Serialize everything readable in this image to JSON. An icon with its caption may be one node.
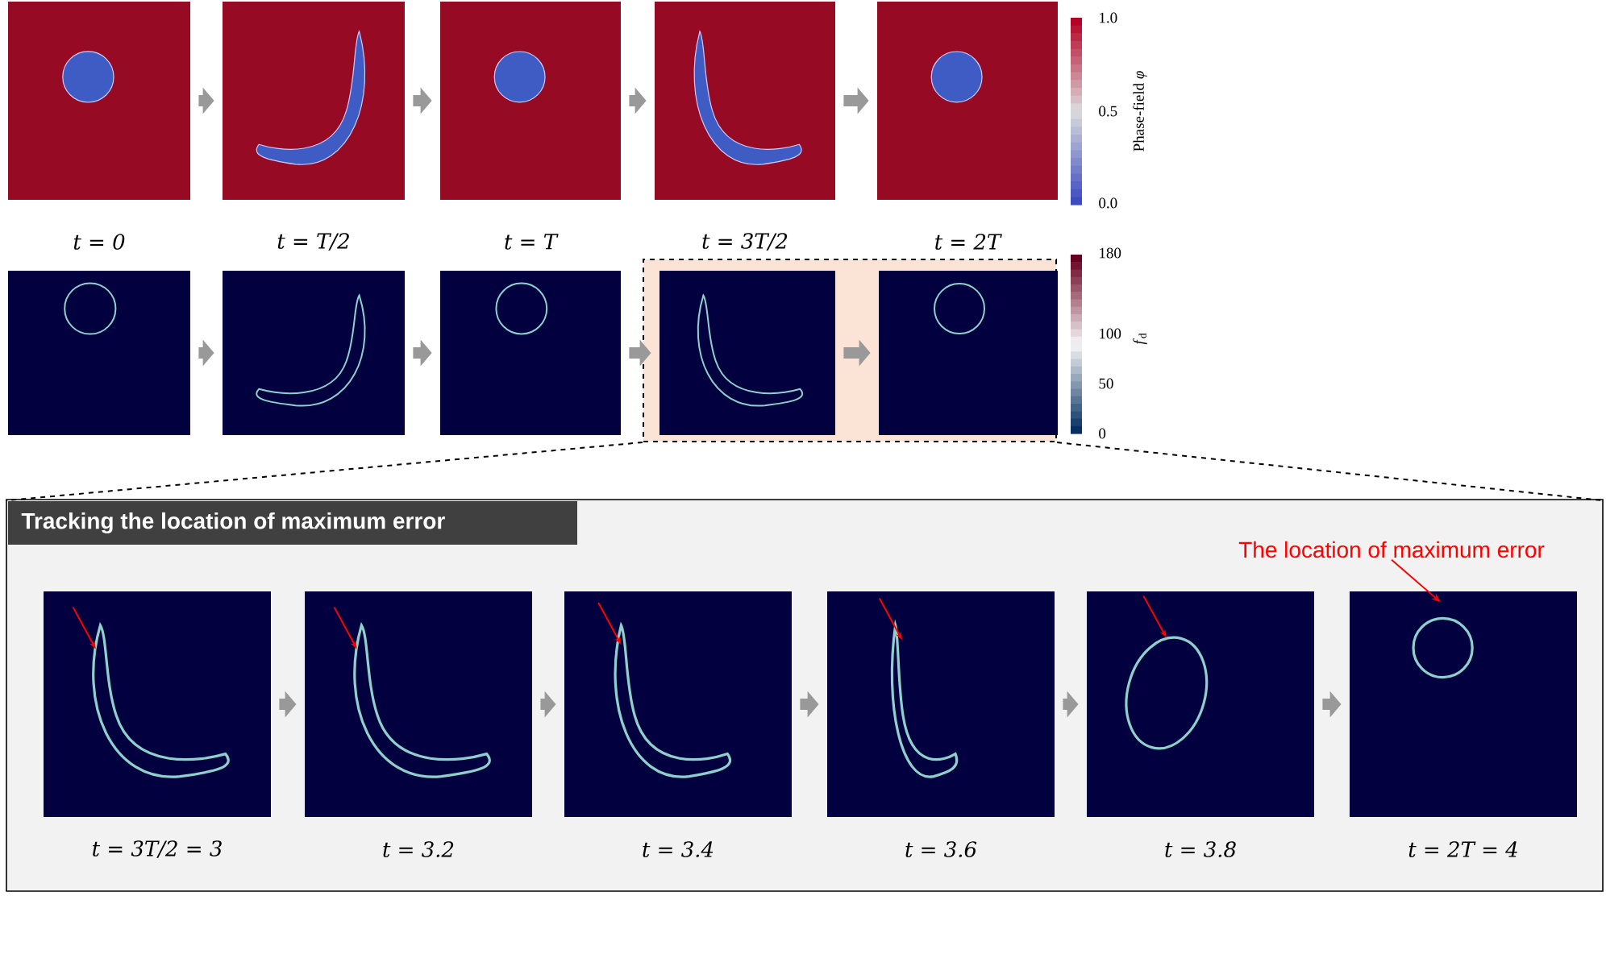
{
  "diagram": {
    "nodes": [
      {
        "text": [],
        "shape": "picture",
        "beside": [
          "t = 0"
        ]
      },
      {
        "text": [],
        "shape": "picture",
        "beside": [
          "t = T/2"
        ]
      },
      {
        "text": [],
        "shape": "picture",
        "beside": [
          "t = T"
        ]
      },
      {
        "text": [],
        "shape": "picture",
        "beside": [
          "t = 3T/2"
        ]
      },
      {
        "text": [],
        "shape": "picture",
        "beside": [
          "t = 2T"
        ]
      },
      {
        "text": [],
        "shape": "picture"
      },
      {
        "text": [],
        "shape": "picture"
      },
      {
        "text": [],
        "shape": "picture"
      },
      {
        "text": [],
        "shape": "box"
      },
      {
        "text": [],
        "shape": "picture",
        "in": 8
      },
      {
        "text": [],
        "shape": "picture",
        "in": 8
      },
      {
        "text": [
          "Tracking the location of maximum error"
        ]
      },
      {
        "text": [],
        "shape": "picture",
        "in": 11,
        "beside": [
          "t = 3T/2 = 3"
        ]
      },
      {
        "text": [],
        "shape": "picture",
        "in": 11,
        "beside": [
          "t = 3.2"
        ]
      },
      {
        "text": [],
        "shape": "picture",
        "in": 11,
        "beside": [
          "t = 3.4"
        ]
      },
      {
        "text": [],
        "shape": "picture",
        "in": 11,
        "beside": [
          "t = 3.6"
        ]
      },
      {
        "text": [],
        "shape": "picture",
        "in": 11,
        "beside": [
          "t = 3.8"
        ]
      },
      {
        "text": [],
        "shape": "picture",
        "in": 11,
        "beside": [
          "t = 2T = 4"
        ]
      },
      {
        "text": [
          "The location of maximum error"
        ],
        "in": 11
      }
    ],
    "edges": [
      {
        "from": 0,
        "to": 1,
        "arrow": "to"
      },
      {
        "from": 1,
        "to": 2,
        "arrow": "to"
      },
      {
        "from": 2,
        "to": 3,
        "arrow": "to"
      },
      {
        "from": 3,
        "to": 4,
        "arrow": "to"
      },
      {
        "from": 5,
        "to": 6,
        "arrow": "to"
      },
      {
        "from": 6,
        "to": 7,
        "arrow": "to"
      },
      {
        "from": 7,
        "to": 9,
        "arrow": "to"
      },
      {
        "from": 9,
        "to": 10,
        "arrow": "to"
      },
      {
        "from": 8,
        "to": 11,
        "arrow": "none",
        "style": "dashed",
        "color": "#000000"
      },
      {
        "from": 8,
        "to": 11,
        "arrow": "none",
        "style": "dashed",
        "color": "#000000"
      },
      {
        "from": 12,
        "to": 13,
        "arrow": "to"
      },
      {
        "from": 13,
        "to": 14,
        "arrow": "to"
      },
      {
        "from": 14,
        "to": 15,
        "arrow": "to"
      },
      {
        "from": 15,
        "to": 16,
        "arrow": "to"
      },
      {
        "from": 16,
        "to": 17,
        "arrow": "to"
      },
      {
        "from": 18,
        "to": 17,
        "arrow": "to",
        "color": "#ff0000"
      }
    ],
    "labels": [
      "1.0",
      "0.5",
      "0.0",
      "Phase-field *φ*",
      "180",
      "100",
      "50",
      "0",
      "*f*$_{d}$"
    ]
  }
}
